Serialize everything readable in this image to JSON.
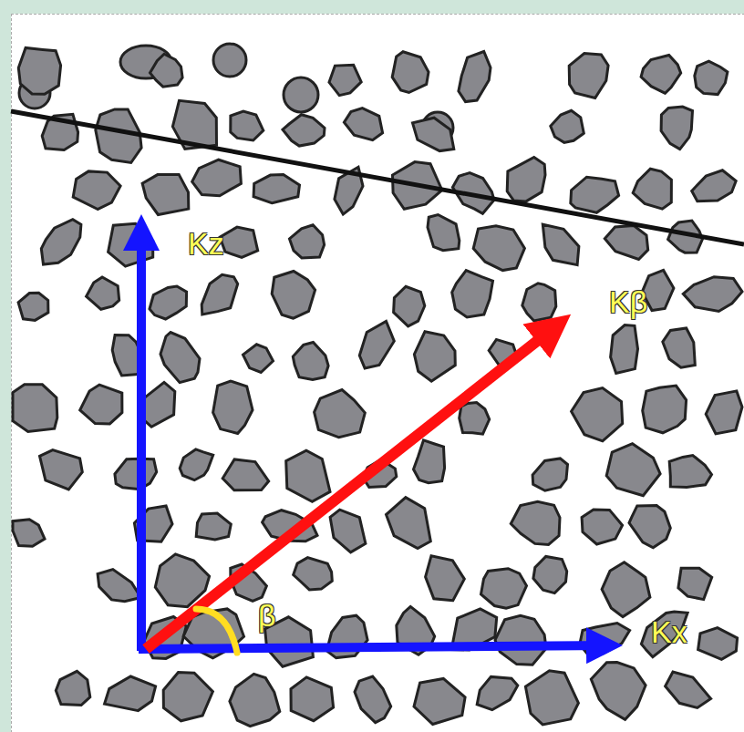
{
  "diagram": {
    "labels": [
      "Kz",
      "Kβ",
      "Kx",
      "β"
    ]
  }
}
